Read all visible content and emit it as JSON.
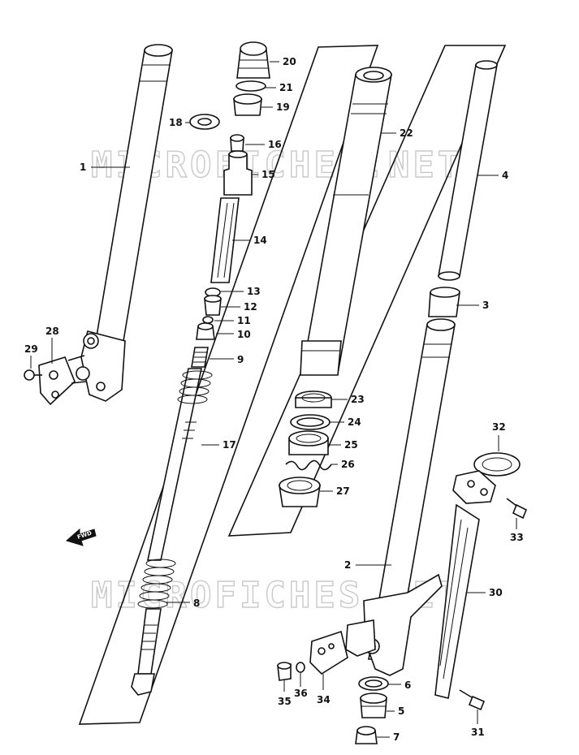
{
  "watermark": "MICROFICHES.NET",
  "direction_label": "FWD",
  "callouts": [
    {
      "id": "p1",
      "label": "1"
    },
    {
      "id": "p2",
      "label": "2"
    },
    {
      "id": "p3",
      "label": "3"
    },
    {
      "id": "p4",
      "label": "4"
    },
    {
      "id": "p5",
      "label": "5"
    },
    {
      "id": "p6",
      "label": "6"
    },
    {
      "id": "p7",
      "label": "7"
    },
    {
      "id": "p8",
      "label": "8"
    },
    {
      "id": "p9",
      "label": "9"
    },
    {
      "id": "p10",
      "label": "10"
    },
    {
      "id": "p11",
      "label": "11"
    },
    {
      "id": "p12",
      "label": "12"
    },
    {
      "id": "p13",
      "label": "13"
    },
    {
      "id": "p14",
      "label": "14"
    },
    {
      "id": "p15",
      "label": "15"
    },
    {
      "id": "p16",
      "label": "16"
    },
    {
      "id": "p17",
      "label": "17"
    },
    {
      "id": "p18",
      "label": "18"
    },
    {
      "id": "p19",
      "label": "19"
    },
    {
      "id": "p20",
      "label": "20"
    },
    {
      "id": "p21",
      "label": "21"
    },
    {
      "id": "p22",
      "label": "22"
    },
    {
      "id": "p23",
      "label": "23"
    },
    {
      "id": "p24",
      "label": "24"
    },
    {
      "id": "p25",
      "label": "25"
    },
    {
      "id": "p26",
      "label": "26"
    },
    {
      "id": "p27",
      "label": "27"
    },
    {
      "id": "p28",
      "label": "28"
    },
    {
      "id": "p29",
      "label": "29"
    },
    {
      "id": "p30",
      "label": "30"
    },
    {
      "id": "p31",
      "label": "31"
    },
    {
      "id": "p32",
      "label": "32"
    },
    {
      "id": "p33",
      "label": "33"
    },
    {
      "id": "p34",
      "label": "34"
    },
    {
      "id": "p35",
      "label": "35"
    },
    {
      "id": "p36",
      "label": "36"
    }
  ]
}
